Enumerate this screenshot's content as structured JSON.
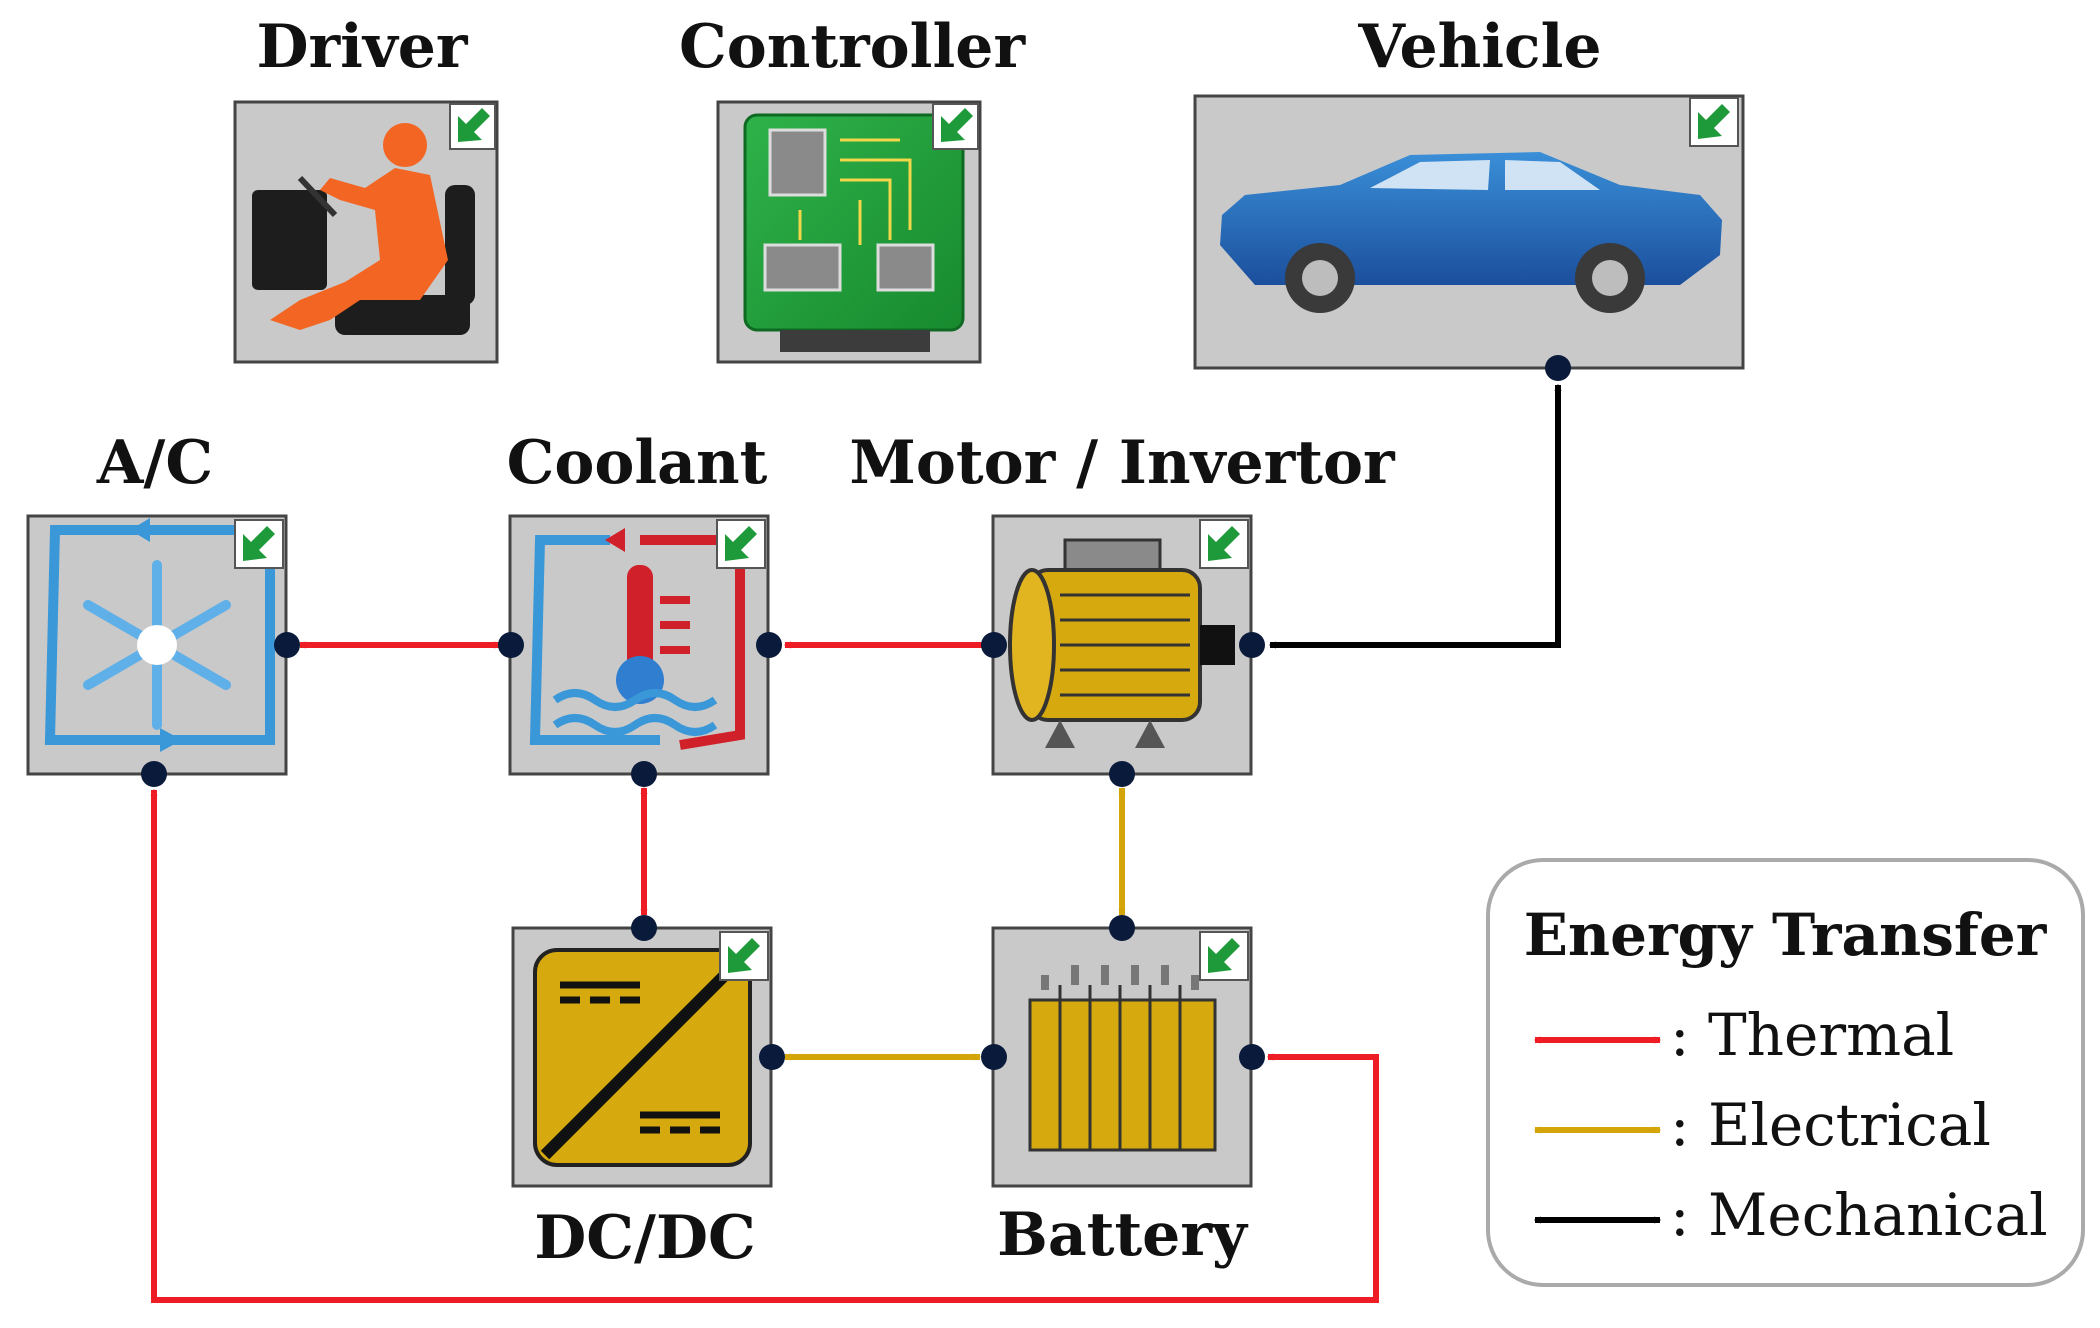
{
  "blocks": {
    "driver": {
      "label": "Driver"
    },
    "controller": {
      "label": "Controller"
    },
    "vehicle": {
      "label": "Vehicle"
    },
    "ac": {
      "label": "A/C"
    },
    "coolant": {
      "label": "Coolant"
    },
    "motor": {
      "label": "Motor / Invertor"
    },
    "dcdc": {
      "label": "DC/DC"
    },
    "battery": {
      "label": "Battery"
    }
  },
  "legend": {
    "title": "Energy Transfer",
    "items": [
      {
        "label": ": Thermal",
        "color": "#ee1c24"
      },
      {
        "label": ": Electrical",
        "color": "#d4a50a"
      },
      {
        "label": ": Mechanical",
        "color": "#000000"
      }
    ]
  },
  "colors": {
    "thermal": "#ee1c24",
    "electrical": "#d4a50a",
    "mechanical": "#000000",
    "block": "#c9c9c9",
    "badge": "#1f9a3a"
  },
  "icons": {
    "driver": "seated-driver-icon",
    "controller": "circuit-board-icon",
    "vehicle": "car-icon",
    "ac": "snowflake-icon",
    "coolant": "thermometer-water-icon",
    "motor": "electric-motor-icon",
    "dcdc": "converter-icon",
    "battery": "battery-icon",
    "badge": "green-arrow-badge-icon"
  }
}
